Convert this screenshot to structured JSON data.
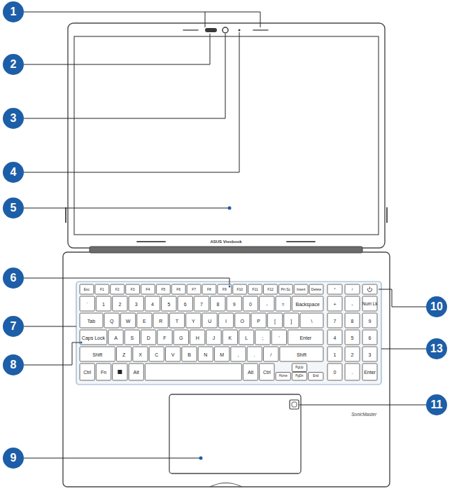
{
  "diagram": {
    "labels": [
      "1",
      "2",
      "3",
      "4",
      "5",
      "6",
      "7",
      "8",
      "9",
      "10",
      "11",
      "13",
      "ASUS Vivobook",
      "SonicMaster",
      "Esc",
      "F1",
      "F2",
      "F3",
      "F4",
      "F5",
      "F6",
      "F7",
      "F8",
      "F9",
      "F10",
      "F11",
      "F12",
      "Prt Sc",
      "Insert",
      "Delete",
      "*",
      "/",
      "`",
      "1",
      "2",
      "3",
      "4",
      "5",
      "6",
      "7",
      "8",
      "9",
      "0",
      "-",
      "=",
      "Backspace",
      "+",
      "-",
      "Num Lk",
      "Tab",
      "Q",
      "W",
      "E",
      "R",
      "T",
      "Y",
      "U",
      "I",
      "O",
      "P",
      "[",
      "]",
      "\\",
      "7",
      "8",
      "9",
      "Caps Lock",
      "A",
      "S",
      "D",
      "F",
      "G",
      "H",
      "J",
      "K",
      "L",
      ";",
      "'",
      "Enter",
      "4",
      "5",
      "6",
      "Shift",
      "Z",
      "X",
      "C",
      "V",
      "B",
      "N",
      "M",
      ",",
      ".",
      "/",
      "Shift",
      "1",
      "2",
      "3",
      "Ctrl",
      "Fn",
      "Alt",
      "Alt",
      "Ctrl",
      "PgUp",
      "Home",
      "PgDn",
      "End",
      "0",
      ".",
      "Enter"
    ]
  }
}
